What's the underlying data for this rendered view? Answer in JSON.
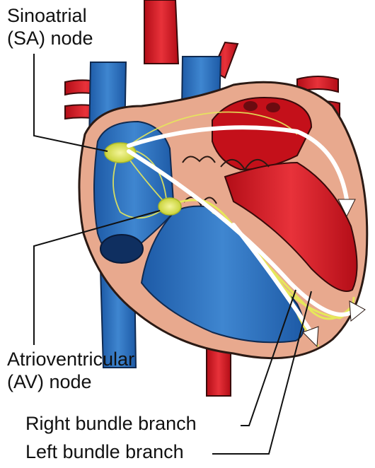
{
  "labels": {
    "sa_node": [
      "Sinoatrial",
      "(SA) node"
    ],
    "av_node": [
      "Atrioventricular",
      "(AV) node"
    ],
    "right_bundle_branch": "Right bundle branch",
    "left_bundle_branch": "Left bundle branch"
  },
  "colors": {
    "oxygenated_blood": "#d1121c",
    "deoxygenated_blood": "#2a6db8",
    "myocardium": "#e8a98e",
    "conduction_system": "#e6e85a",
    "impulse_arrow": "#ffffff",
    "leader_line": "#111111"
  }
}
